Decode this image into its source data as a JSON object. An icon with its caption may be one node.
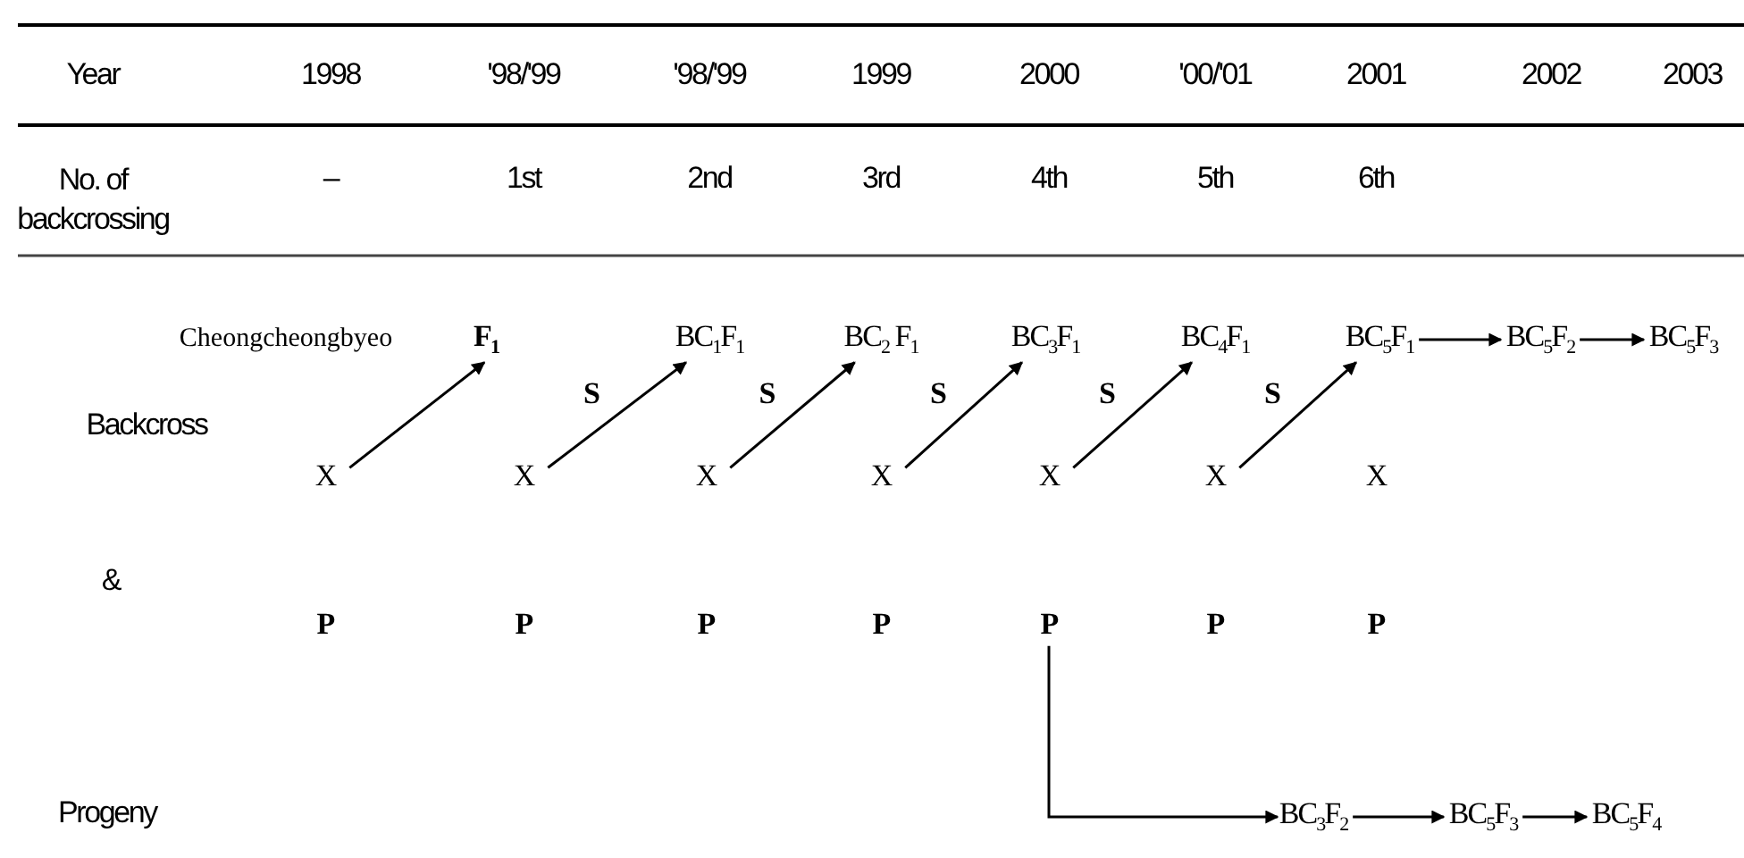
{
  "diagram": {
    "nodes": [
      {
        "text": [
          "F$_{1}$"
        ]
      },
      {
        "text": [
          "BC$_{1}$F$_{1}$"
        ]
      },
      {
        "text": [
          "BC$_{2}$ F$_{1}$"
        ]
      },
      {
        "text": [
          "BC$_{3}$F$_{1}$"
        ]
      },
      {
        "text": [
          "BC$_{4}$F$_{1}$"
        ]
      },
      {
        "text": [
          "BC$_{5}$F$_{1}$"
        ]
      },
      {
        "text": [
          "BC$_{5}$F$_{2}$"
        ]
      },
      {
        "text": [
          "BC$_{5}$F$_{3}$"
        ]
      },
      {
        "text": [
          "X"
        ]
      },
      {
        "text": [
          "X"
        ]
      },
      {
        "text": [
          "X"
        ]
      },
      {
        "text": [
          "X"
        ]
      },
      {
        "text": [
          "X"
        ]
      },
      {
        "text": [
          "X"
        ]
      },
      {
        "text": [
          "X"
        ]
      },
      {
        "text": [
          "P"
        ]
      },
      {
        "text": [
          "P"
        ]
      },
      {
        "text": [
          "P"
        ]
      },
      {
        "text": [
          "P"
        ]
      },
      {
        "text": [
          "P"
        ]
      },
      {
        "text": [
          "P"
        ]
      },
      {
        "text": [
          "P"
        ]
      },
      {
        "text": [
          "BC$_{3}$F$_{2}$"
        ]
      },
      {
        "text": [
          "BC$_{5}$F$_{3}$"
        ]
      },
      {
        "text": [
          "BC$_{5}$F$_{4}$"
        ]
      }
    ],
    "edges": [
      {
        "from": 8,
        "to": 0,
        "arrow": "to"
      },
      {
        "from": 9,
        "to": 1,
        "arrow": "to",
        "label": "S"
      },
      {
        "from": 10,
        "to": 2,
        "arrow": "to",
        "label": "S"
      },
      {
        "from": 11,
        "to": 3,
        "arrow": "to",
        "label": "S"
      },
      {
        "from": 12,
        "to": 4,
        "arrow": "to",
        "label": "S"
      },
      {
        "from": 13,
        "to": 5,
        "arrow": "to",
        "label": "S"
      },
      {
        "from": 5,
        "to": 6,
        "arrow": "to"
      },
      {
        "from": 6,
        "to": 7,
        "arrow": "to"
      },
      {
        "from": 19,
        "to": 22,
        "arrow": "to"
      },
      {
        "from": 22,
        "to": 23,
        "arrow": "to"
      },
      {
        "from": 23,
        "to": 24,
        "arrow": "to"
      }
    ],
    "labels": [
      "Year",
      "1998",
      "'98/'99",
      "'98/'99",
      "1999",
      "2000",
      "'00/'01",
      "2001",
      "2002",
      "2003",
      "No. of backcrossing",
      "–",
      "1st",
      "2nd",
      "3rd",
      "4th",
      "5th",
      "6th",
      "Cheongcheongbyeo",
      "Backcross",
      "&",
      "Progeny"
    ]
  }
}
